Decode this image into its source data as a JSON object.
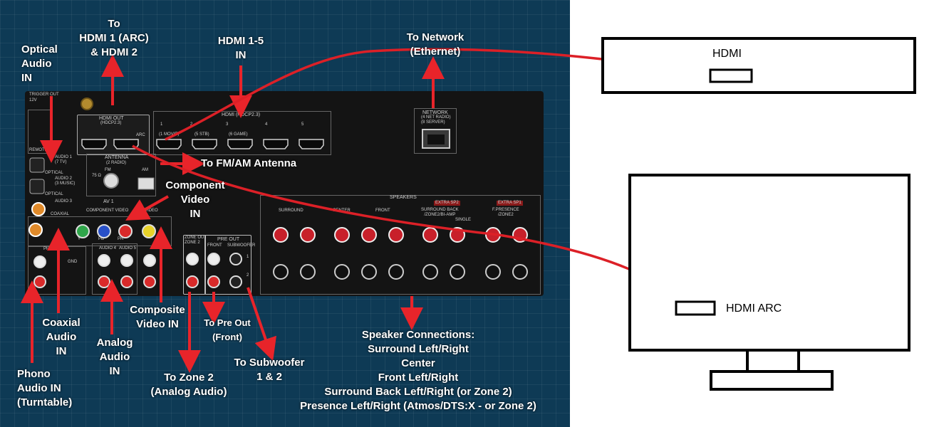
{
  "labels": {
    "hdmi_out_to": "To\nHDMI 1 (ARC)\n& HDMI 2",
    "optical": "Optical\nAudio\nIN",
    "hdmi_in": "HDMI 1-5\nIN",
    "network": "To Network\n(Ethernet)",
    "antenna": "To FM/AM Antenna",
    "component": "Component\nVideo\nIN",
    "composite": "Composite\nVideo IN",
    "coaxial": "Coaxial\nAudio\nIN",
    "analog": "Analog\nAudio\nIN",
    "phono": "Phono\nAudio IN\n(Turntable)",
    "zone2": "To Zone 2\n(Analog Audio)",
    "preout": "To Pre Out\n(Front)",
    "subwoofer": "To Subwoofer\n1 & 2",
    "speakers": "Speaker Connections:\nSurround Left/Right\nCenter\nFront Left/Right\nSurround Back Left/Right (or Zone 2)\nPresence Left/Right (Atmos/DTS:X - or Zone 2)"
  },
  "panel_text": {
    "hdmi_out": "HDMI OUT",
    "hdcp": "(HDCP2.3)",
    "arc": "ARC",
    "hdmi_group": "HDMI (HDCP2.3)",
    "hdmi_port_1": "1",
    "hdmi_port_2": "2",
    "hdmi_port_3": "3",
    "hdmi_port_4": "4",
    "hdmi_port_5": "5",
    "hdmi_1_note": "(1 MOVIE)",
    "hdmi_2_note": "(5 STB)",
    "hdmi_3_note": "(6 GAME)",
    "antenna": "ANTENNA",
    "radio": "(2 RADIO)",
    "fm": "FM",
    "am": "AM",
    "ohm": "75 Ω",
    "network": "NETWORK",
    "network_note": "(4 NET RADIO)\n(8 SERVER)",
    "speakers": "SPEAKERS",
    "surround": "SURROUND",
    "center": "CENTER",
    "front": "FRONT",
    "extra_sp2": "EXTRA SP2",
    "surround_back": "SURROUND BACK\n/ZONE2/BI-AMP",
    "extra_sp1": "EXTRA SP1",
    "f_presence": "F.PRESENCE\n/ZONE2",
    "single": "SINGLE",
    "trigger": "TRIGGER OUT",
    "trigger_v": "12V",
    "remote": "REMOTE",
    "audio1": "AUDIO 1\n(7 TV)",
    "audio2": "AUDIO 2\n(3 MUSIC)",
    "optical": "OPTICAL",
    "audio3": "AUDIO 3",
    "coaxial": "COAXIAL",
    "av1": "AV 1",
    "component_video": "COMPONENT VIDEO",
    "video": "VIDEO",
    "y": "Y",
    "pb": "PB",
    "pr": "PR",
    "phono": "PHONO",
    "gnd": "GND",
    "audio4": "AUDIO 4",
    "audio5": "AUDIO 5",
    "zone_out": "ZONE OUT\nZONE 2",
    "pre_out": "PRE OUT",
    "pre_front": "FRONT",
    "subwoofer": "SUBWOOFER",
    "sub_1": "1",
    "sub_2": "2"
  },
  "devices": {
    "top_label": "HDMI",
    "tv_label": "HDMI ARC"
  },
  "colors": {
    "background": "#0e3a55",
    "receiver": "#141414",
    "arrow": "#e8242a",
    "cable": "#dc2027"
  }
}
